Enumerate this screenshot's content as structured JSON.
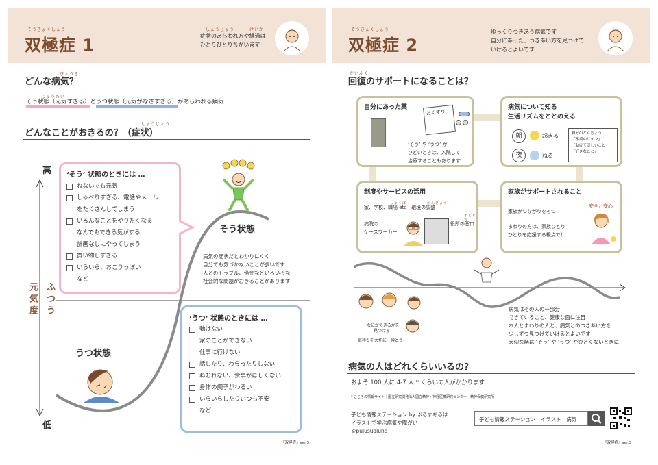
{
  "left": {
    "ruby": "そうきょくしょう",
    "title": "双極症 1",
    "header_ruby_1": "しょうじょう",
    "header_ruby_2": "けいか",
    "header_line1": "症状のあらわれ方や経過は",
    "header_line2": "ひとりひとりちがいます",
    "q1_ruby": "びょうき",
    "q1_title": "どんな病気？",
    "q1_ruby2": "じょうたい",
    "q1_part1": "そう状態（元気すぎる）",
    "q1_part2": "と",
    "q1_part3": "うつ状態（元気がなさすぎる）",
    "q1_part4": "があらわれる病気",
    "q2_ruby": "しょうじょう",
    "q2_title": "どんなことがおきるの？（症状）",
    "axis_high": "高",
    "axis_mid": "ふつう",
    "axis_low": "低",
    "axis_label": "元気度",
    "sou_title": "‘そう’ 状態のときには …",
    "sou_items": [
      {
        "text": "ねないでも元気",
        "check": true
      },
      {
        "text": "しゃべりすぎる、電話やメール",
        "check": true
      },
      {
        "text": "をたくさんしてしまう",
        "check": false
      },
      {
        "text": "いろんなことをやりたくなる",
        "check": true
      },
      {
        "text": "なんでもできる気がする",
        "check": false
      },
      {
        "text": "計画なしにやってしまう",
        "check": false
      },
      {
        "text": "買い物しすぎる",
        "check": true
      },
      {
        "text": "いらいら、おこりっぽい",
        "check": true
      },
      {
        "text": "など",
        "check": false
      }
    ],
    "sou_label": "そう状態",
    "sou_desc": [
      "病気の症状だとわかりにくく",
      "自分でも気づかないことが多いです",
      "人とのトラブル、借金などいろいろな",
      "社会的な問題がおきることがあります"
    ],
    "utsu_label": "うつ状態",
    "utsu_title": "‘うつ’ 状態のときには …",
    "utsu_items": [
      {
        "text": "動けない",
        "check": true
      },
      {
        "text": "家のことができない",
        "check": false
      },
      {
        "text": "仕事に行けない",
        "check": false
      },
      {
        "text": "話したり、わらったりしない",
        "check": true
      },
      {
        "text": "ねむれない、食事がほしくない",
        "check": true
      },
      {
        "text": "身体の調子がわるい",
        "check": true
      },
      {
        "text": "いらいらしたりいつも不安",
        "check": true
      },
      {
        "text": "など",
        "check": false
      }
    ],
    "footer": "『双極症』ver.3"
  },
  "right": {
    "ruby": "そうきょくしょう",
    "title": "双極症 2",
    "header_line1": "ゆっくりつきあう病気です",
    "header_line2": "自分にあった、つきあい方を見つけて",
    "header_line3": "いけるとよいです",
    "q3_ruby": "かいふく",
    "q3_title": "回復のサポートになることは？",
    "card1_title": "自分にあった薬",
    "card1_note": "おくすり",
    "card1_text": [
      "‘そう’ や ‘うつ’ が",
      "ひどいときは、入院して",
      "治療することもあります"
    ],
    "card2_title1": "病気について知る",
    "card2_title2": "生活リズムをととのえる",
    "card2_morning": "朝",
    "card2_wake": "起きる",
    "card2_night": "夜",
    "card2_sleep": "ねる",
    "card2_memo": [
      "自分のとくちょう",
      "「不調のサイン」",
      "「助けてほしいこと」",
      "「好きなこと」"
    ],
    "card3_title": "制度やサービスの活用",
    "card3_ruby1": "しょくば",
    "card3_ruby2": "かんきょう",
    "card3_line1": "家、学校、職場 etc　環境の調整",
    "card3_ruby3": "まどぐち",
    "card3_line2": "病院の",
    "card3_line3": "ケースワーカー",
    "card3_line4": "役所の窓口",
    "card4_title": "家族がサポートされること",
    "card4_line1": "家族がつながりをもつ",
    "card4_tag": "安全と安心",
    "card4_line2": "まわりの方は、家族ひとり",
    "card4_line3": "ひとりを応援する視点で！",
    "bubble1": "なにができるかを",
    "bubble2": "見つける",
    "bubble3": "気持ちを大切に",
    "bubble4": "待とう",
    "wave_text": [
      "病気はその人の一部分",
      "できていること、健康な面に注目",
      "本人とまわりの人と、病気とのつきあい方を",
      "少しずつ見つけていけるとよいです",
      "大切な話は ‘そう’ や ‘うつ’ がひどくないときに"
    ],
    "q4_title": "病気の人はどれくらいいるの？",
    "q4_text": "およそ 100 人に 4-7 人 * くらいの人がかかります",
    "source": "* こころの情報サイト｜国立研究開発法人国立精神・神経医療研究センター　精神保健研究所",
    "credit_lines": [
      "子ども情報ステーション by ぷるすあるは",
      "イラストで学ぶ病気や障がい",
      "©pulusualuha"
    ],
    "search_text": "子ども情報ステーション　イラスト　病気",
    "footer": "『双極症』ver.3"
  }
}
